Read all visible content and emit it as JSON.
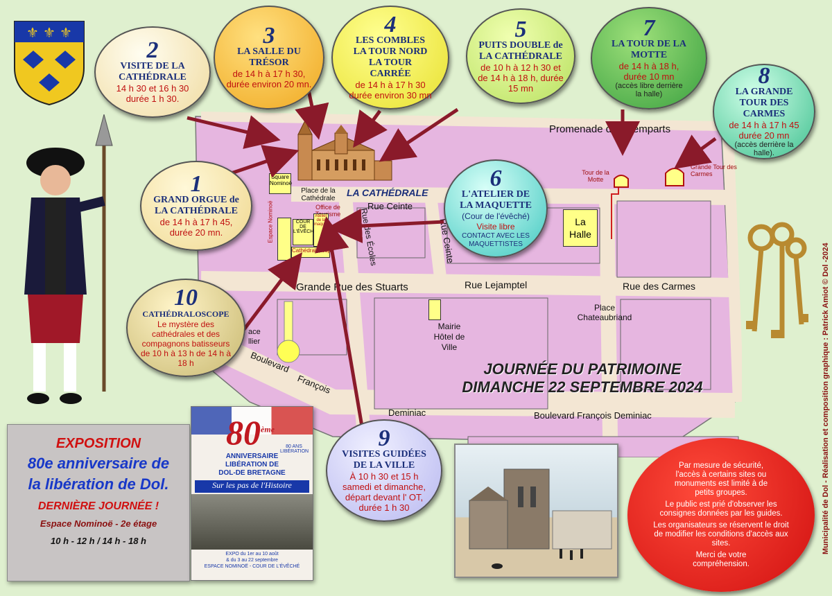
{
  "bubbles": [
    {
      "num": "2",
      "title": "VISITE DE LA CATHÉDRALE",
      "detail": "14 h 30 et 16 h 30 durée 1 h 30."
    },
    {
      "num": "3",
      "title": "LA SALLE DU TRÉSOR",
      "detail": "de 14 h à 17 h 30, durée environ 20 mn."
    },
    {
      "num": "4",
      "title": "LES COMBLES LA TOUR NORD LA TOUR CARRÉE",
      "detail": "de 14 h à 17 h 30 durée environ 30 mn"
    },
    {
      "num": "5",
      "title": "PUITS DOUBLE de LA CATHÉDRALE",
      "detail": "de 10 h à 12 h 30 et de 14 h à 18 h, durée 15 mn"
    },
    {
      "num": "7",
      "title": "LA TOUR DE LA MOTTE",
      "detail": "de 14 h à 18 h, durée 10 mn",
      "note": "(accès libre derrière la halle)"
    },
    {
      "num": "8",
      "title": "LA GRANDE TOUR DES CARMES",
      "detail": "de 14 h à 17 h 45 durée 20 mn",
      "note": "(accès derrière la halle)."
    },
    {
      "num": "1",
      "title": "GRAND ORGUE de LA CATHÉDRALE",
      "detail": "de 14 h à 17 h 45, durée 20 mn."
    },
    {
      "num": "6",
      "title": "L'ATELIER DE LA MAQUETTE",
      "sub": "(Cour de l'évêché)",
      "detail": "Visite libre",
      "note": "CONTACT AVEC LES MAQUETTISTES"
    },
    {
      "num": "10",
      "title": "CATHÉDRALOSCOPE",
      "detail": "Le mystère des cathédrales et des compagnons batisseurs de 10 h à 13 h de 14 h à 18 h"
    },
    {
      "num": "9",
      "title": "VISITES GUIDÉES DE LA VILLE",
      "detail": "À 10 h 30 et 15 h samedi et dimanche, départ devant l' OT, durée 1 h 30"
    }
  ],
  "streets": {
    "remparts": "Promenade des Remparts",
    "ceinte": "Rue Ceinte",
    "ceinte2": "Rue Ceinte",
    "ecoles": "Rue des Écoles",
    "stuarts": "Grande Rue des Stuarts",
    "lejamptel": "Rue Lejamptel",
    "carmes": "Rue des Carmes",
    "chateaubriand": "Place Chateaubriand",
    "boulevard": "Boulevard François Deminiac",
    "boulevard_a": "Boulevard",
    "boulevard_b": "François",
    "boulevard_c": "Deminiac"
  },
  "places": {
    "square": "Square Nominoë",
    "place_cath": "Place de la Cathédrale",
    "office": "Office de Tourisme",
    "cathedrale": "LA CATHÉDRALE",
    "espace": "Espace Nominoë",
    "cour": "COUR DE L'ÉVÊCHÉ",
    "atelier": "Atelier de la maquette",
    "cathedraloscope": "Cathédraloscope",
    "halle": "La Halle",
    "mairie": "Mairie Hôtel de Ville",
    "tour_motte": "Tour de la Motte",
    "tour_carmes": "Grande Tour des Carmes",
    "place_frag": "ace",
    "ier_frag": "llier"
  },
  "event": {
    "line1": "JOURNÉE DU PATRIMOINE",
    "line2": "DIMANCHE 22 SEPTEMBRE 2024"
  },
  "expo": {
    "title": "EXPOSITION",
    "line1": "80e anniversaire de",
    "line2": "la libération de Dol.",
    "last": "DERNIÈRE JOURNÉE  !",
    "place": "Espace Nominoë   -  2e étage",
    "hours": "10 h - 12 h  /  14 h  - 18 h"
  },
  "poster": {
    "big": "80",
    "sup": "ème",
    "l1": "ANNIVERSAIRE",
    "l2": "LIBÉRATION DE",
    "l3": "DOL-DE BRETAGNE",
    "badge": "80 ANS LIBÉRATION",
    "slogan": "Sur les pas de l'Histoire",
    "info1": "EXPO du 1er au 10 août",
    "info2": "& du 3 au 22 septembre",
    "info3": "ESPACE NOMINOË - COUR DE L'ÉVÊCHÉ"
  },
  "notice": [
    "Par mesure de sécurité, l'accès à certains sites ou monuments est limité à de petits groupes.",
    "Le public est prié d'observer les consignes données par les guides.",
    "Les organisateurs se réservent le droit de modifier les conditions d'accès aux sites.",
    "Merci de votre compréhension."
  ],
  "credit": "Municipalité de Dol - Réalisation et composition graphique : Patrick Amiot © Dol -2024",
  "colors": {
    "bg": "#dff0cf",
    "map": "#e6b6e0",
    "street": "#f3e6d3",
    "notice": "#e01818",
    "accent": "#1b2f7a"
  }
}
